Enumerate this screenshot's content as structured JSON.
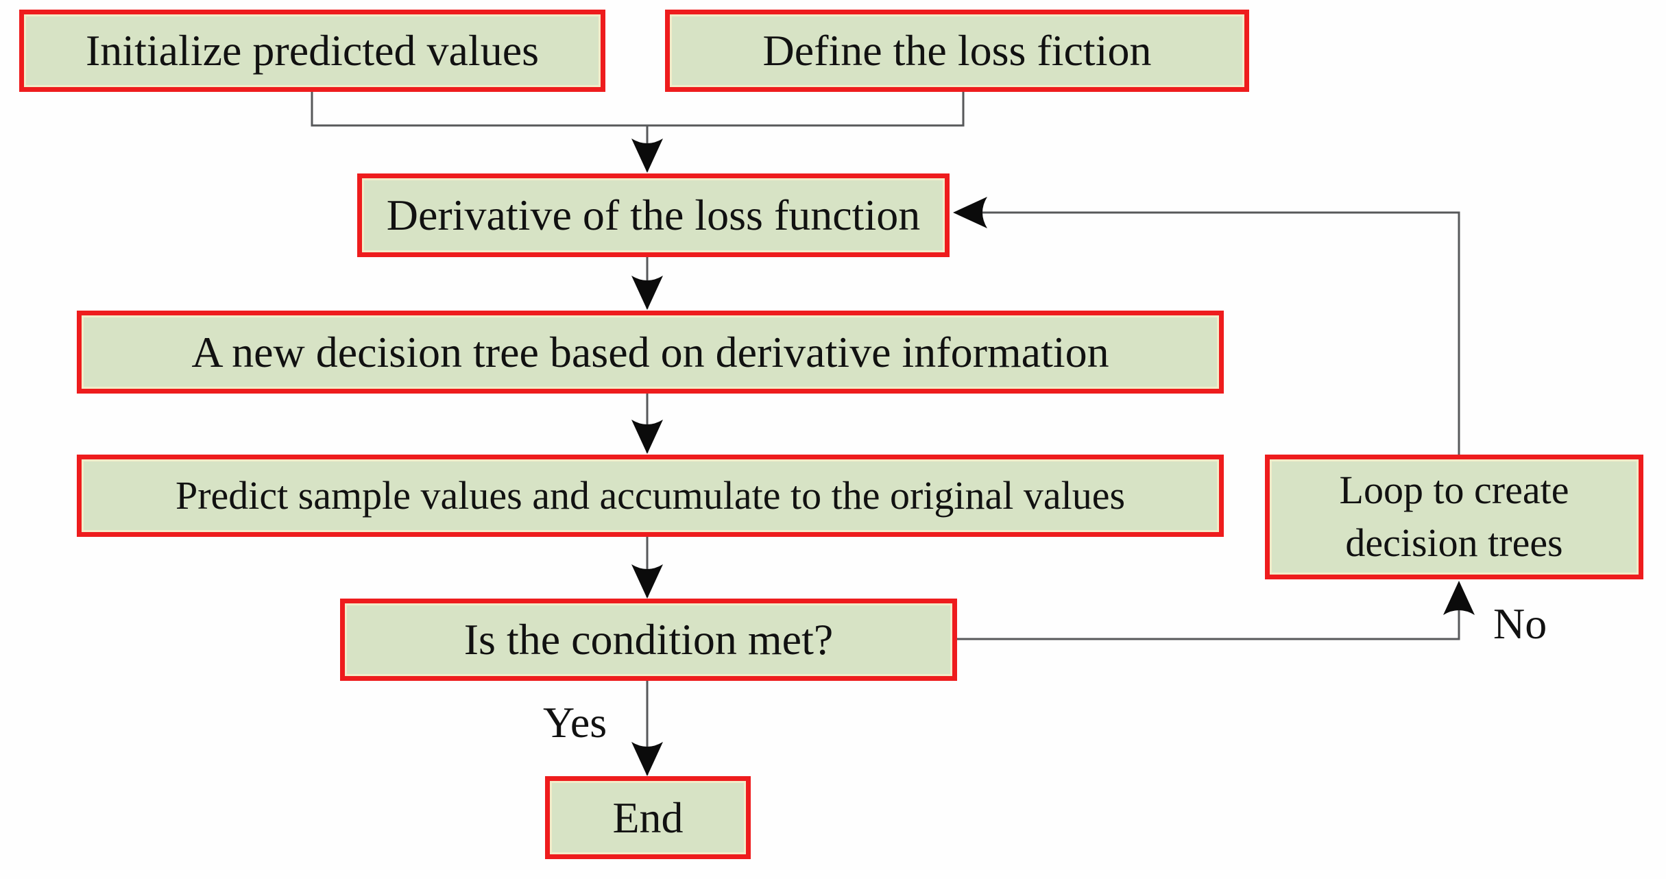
{
  "diagram_title": "GBDT training flowchart",
  "colors": {
    "box_fill": "#d7e3c5",
    "box_border": "#ee1c1d",
    "box_inner_edge": "#f2ecca",
    "connector_line": "#57585a",
    "arrowhead": "#0b0b0b",
    "text": "#111111",
    "background": "#fefefe"
  },
  "nodes": {
    "init": {
      "label": "Initialize predicted values"
    },
    "define": {
      "label": "Define the loss fiction"
    },
    "derivative": {
      "label": "Derivative of the loss function"
    },
    "tree": {
      "label": "A new decision tree based on derivative information"
    },
    "predict": {
      "label": "Predict sample values and accumulate to the original values"
    },
    "condition": {
      "label": "Is the condition met?"
    },
    "loop": {
      "label": "Loop to create decision trees"
    },
    "end": {
      "label": "End"
    }
  },
  "edge_labels": {
    "yes": "Yes",
    "no": "No"
  },
  "edges": [
    {
      "from": "init",
      "to": "merge-junction"
    },
    {
      "from": "define",
      "to": "merge-junction"
    },
    {
      "from": "merge-junction",
      "to": "derivative"
    },
    {
      "from": "derivative",
      "to": "tree"
    },
    {
      "from": "tree",
      "to": "predict"
    },
    {
      "from": "predict",
      "to": "condition"
    },
    {
      "from": "condition",
      "to": "end",
      "label": "Yes"
    },
    {
      "from": "condition",
      "to": "loop",
      "label": "No"
    },
    {
      "from": "loop",
      "to": "derivative"
    }
  ]
}
